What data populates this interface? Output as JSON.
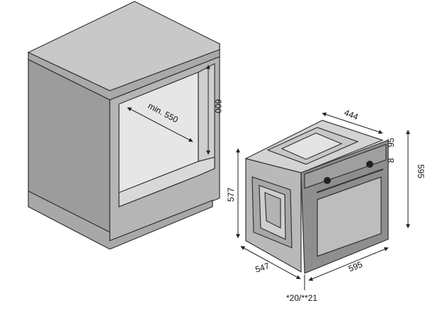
{
  "labels": {
    "cabinet_niche_depth": "min. 550",
    "cabinet_niche_height": "600",
    "oven_depth": "444",
    "oven_small_offset_a": "8",
    "oven_small_offset_b": "95",
    "oven_total_height": "595",
    "oven_side_height": "577",
    "oven_body_depth": "547",
    "oven_width": "595",
    "door_offset": "*20/**21"
  },
  "colors": {
    "cabinet_top": "#c3c3c3",
    "cabinet_side": "#9c9c9c",
    "cabinet_front": "#b5b5b5",
    "niche_inner": "#e6e6e6",
    "oven_body": "#b9b9b9",
    "oven_front": "#8e8e8e",
    "oven_glass": "#bdbdbd",
    "oven_back": "#d3d3d3"
  }
}
